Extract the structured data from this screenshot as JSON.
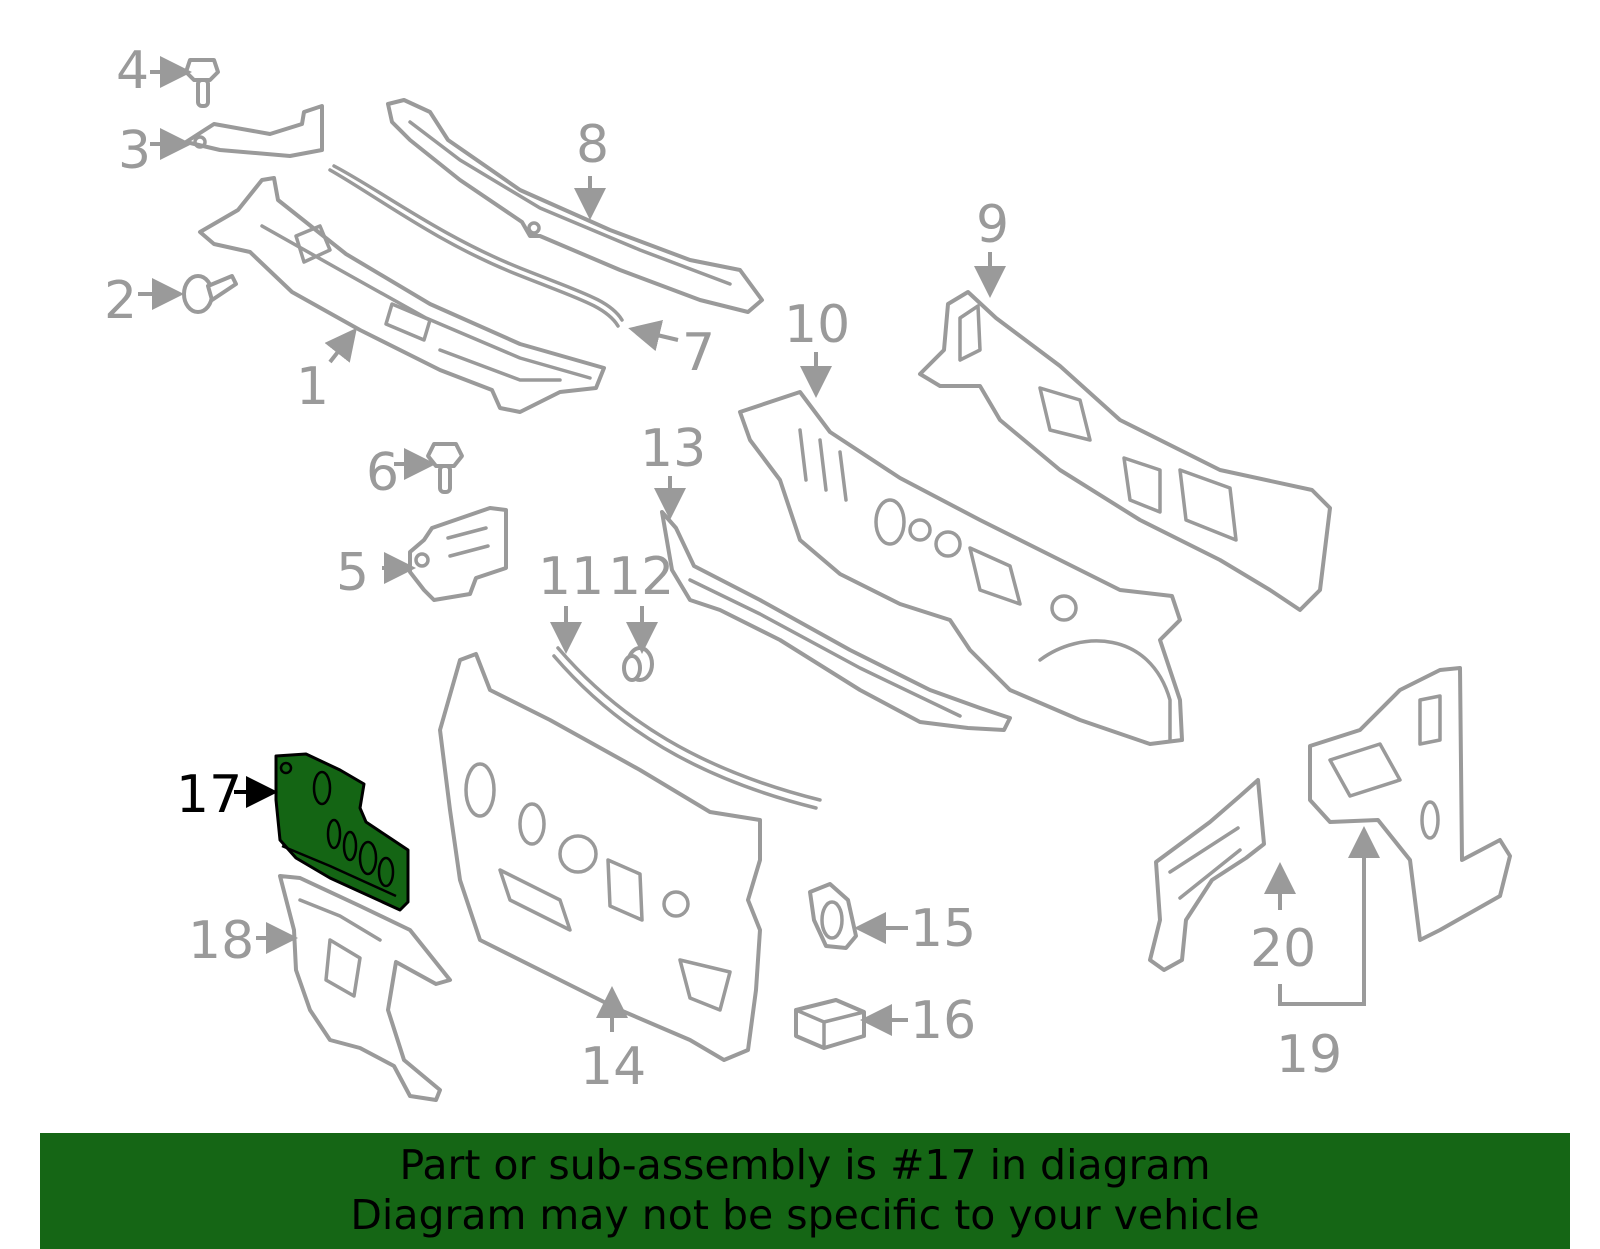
{
  "diagram": {
    "highlight_color": "#146514",
    "callout_color": "#9a9a9a",
    "callouts": {
      "c1": "1",
      "c2": "2",
      "c3": "3",
      "c4": "4",
      "c5": "5",
      "c6": "6",
      "c7": "7",
      "c8": "8",
      "c9": "9",
      "c10": "10",
      "c11": "11",
      "c12": "12",
      "c13": "13",
      "c14": "14",
      "c15": "15",
      "c16": "16",
      "c17": "17",
      "c18": "18",
      "c19": "19",
      "c20": "20"
    },
    "highlighted_callout": "17"
  },
  "banner": {
    "background_color": "#156615",
    "line1": "Part or sub-assembly is #17 in diagram",
    "line2": "Diagram may not be specific to your vehicle"
  }
}
